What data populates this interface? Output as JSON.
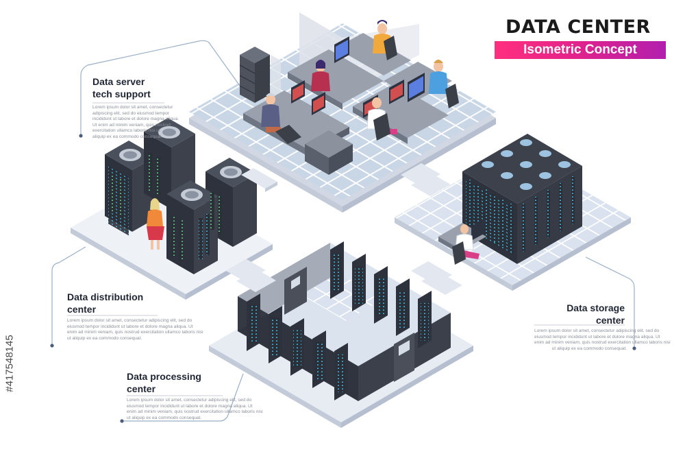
{
  "title": "DATA CENTER",
  "subtitle": "Isometric Concept",
  "colors": {
    "floor_tile": "#c9d6e6",
    "floor_grout": "#ffffff",
    "platform_top": "#eef1f6",
    "platform_side": "#d2d8e3",
    "server_dark": "#2d323c",
    "server_light": "#3c414b",
    "server_led": "#3cc6f5",
    "connector_line": "#9ab0c8",
    "accent_pink": "#e4238a",
    "accent_purple": "#b11fae"
  },
  "sections": {
    "tech_support": {
      "label_line1": "Data server",
      "label_line2": "tech support",
      "desc": [
        "Lorem ipsum dolor sit amet, consectetur",
        "adipiscing elit, sed do eiusmod tempor",
        "incididunt ut labore et dolore magna aliqua.",
        "Ut enim ad minim veniam, quis nostrud",
        "exercitation ullamco laboris nisi ut",
        "aliquip ex ea commodo consequat."
      ]
    },
    "distribution": {
      "label_line1": "Data distribution",
      "label_line2": "center",
      "desc": [
        "Lorem ipsum dolor sit amet, consectetur adipiscing elit, sed do",
        "eiusmod tempor incididunt ut labore et dolore magna aliqua. Ut",
        "enim ad minim veniam, quis nostrud exercitation ullamco laboris nisi",
        "ut aliquip ex ea commodo consequat."
      ]
    },
    "processing": {
      "label_line1": "Data processing",
      "label_line2": "center",
      "desc": [
        "Lorem ipsum dolor sit amet, consectetur adipiscing elit, sed do",
        "eiusmod tempor incididunt ut labore et dolore magna aliqua. Ut",
        "enim ad minim veniam, quis nostrud exercitation ullamco laboris nisi",
        "ut aliquip ex ea commodo consequat."
      ]
    },
    "storage": {
      "label_line1": "Data storage",
      "label_line2": "center",
      "desc": [
        "Lorem ipsum dolor sit amet, consectetur adipiscing elit, sed do",
        "eiusmod tempor incididunt ut labore et dolore magna aliqua. Ut",
        "enim ad minim veniam, quis nostrud exercitation ullamco laboris nisi",
        "ut aliquip ex ea commodo consequat."
      ]
    }
  },
  "watermark": "#417548145"
}
